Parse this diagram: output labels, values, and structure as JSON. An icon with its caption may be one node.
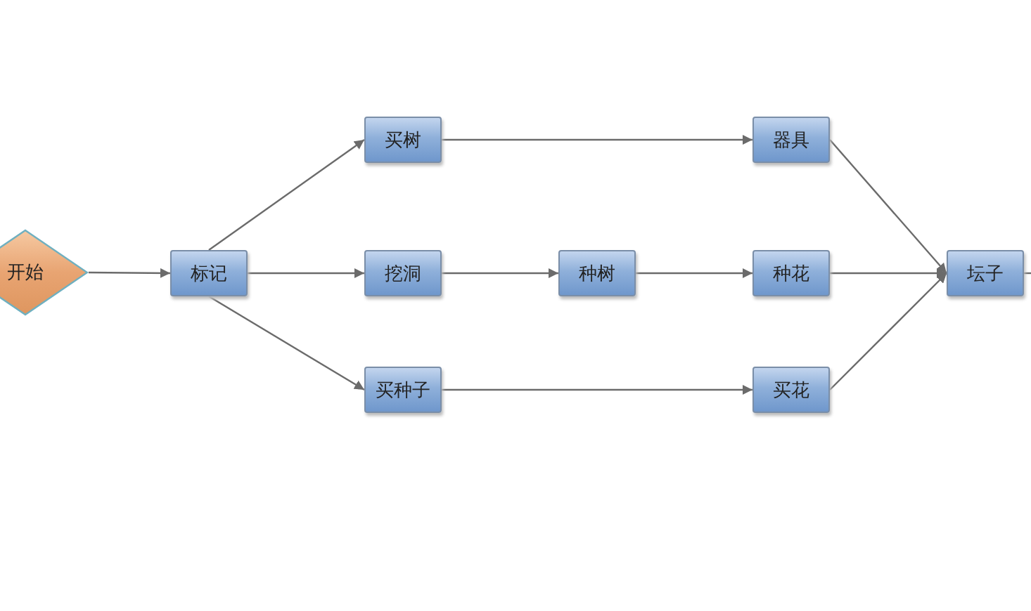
{
  "diagram": {
    "nodes": [
      {
        "text": [
          "开始"
        ]
      },
      {
        "text": [
          "标记"
        ]
      },
      {
        "text": [
          "买树"
        ]
      },
      {
        "text": [
          "挖洞"
        ]
      },
      {
        "text": [
          "买种子"
        ]
      },
      {
        "text": [
          "种树"
        ]
      },
      {
        "text": [
          "器具"
        ]
      },
      {
        "text": [
          "种花"
        ]
      },
      {
        "text": [
          "买花"
        ]
      },
      {
        "text": [
          "坛子"
        ]
      }
    ],
    "edges": [
      {
        "from": 0,
        "to": 1,
        "arrow": "to"
      },
      {
        "from": 1,
        "to": 2,
        "arrow": "to"
      },
      {
        "from": 1,
        "to": 3,
        "arrow": "to"
      },
      {
        "from": 1,
        "to": 4,
        "arrow": "to"
      },
      {
        "from": 2,
        "to": 6,
        "arrow": "to"
      },
      {
        "from": 3,
        "to": 5,
        "arrow": "to"
      },
      {
        "from": 5,
        "to": 7,
        "arrow": "to"
      },
      {
        "from": 4,
        "to": 8,
        "arrow": "to"
      },
      {
        "from": 6,
        "to": 9,
        "arrow": "to"
      },
      {
        "from": 7,
        "to": 9,
        "arrow": "to"
      },
      {
        "from": 8,
        "to": 9,
        "arrow": "to"
      },
      {
        "from": 9,
        "to": null,
        "arrow": "none"
      }
    ]
  }
}
